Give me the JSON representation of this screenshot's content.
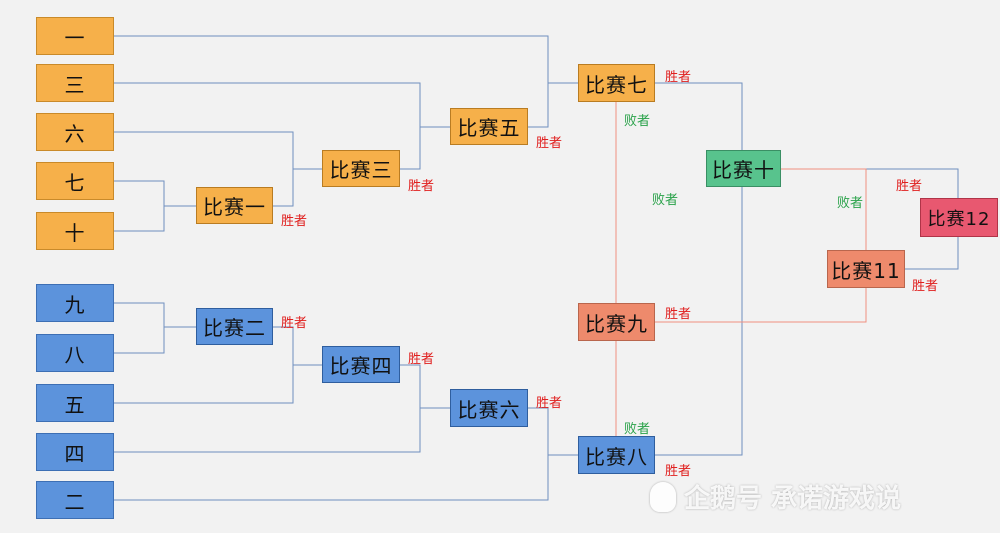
{
  "teams": {
    "t1": "一",
    "t3": "三",
    "t6": "六",
    "t7": "七",
    "t10": "十",
    "t9": "九",
    "t8": "八",
    "t5": "五",
    "t4": "四",
    "t2": "二"
  },
  "matches": {
    "m1": "比赛一",
    "m2": "比赛二",
    "m3": "比赛三",
    "m4": "比赛四",
    "m5": "比赛五",
    "m6": "比赛六",
    "m7": "比赛七",
    "m8": "比赛八",
    "m9": "比赛九",
    "m10": "比赛十",
    "m11": "比赛11",
    "m12": "比赛12"
  },
  "labels": {
    "winner": "胜者",
    "loser": "败者"
  },
  "watermark": {
    "text": "企鹅号 承诺游戏说"
  },
  "colors": {
    "orange": "#f6b04a",
    "blue": "#5c93dc",
    "salmon": "#ee8a6c",
    "green": "#58c38d",
    "red": "#e85870",
    "win_text": "#e0201f",
    "lose_text": "#2aa24a"
  }
}
